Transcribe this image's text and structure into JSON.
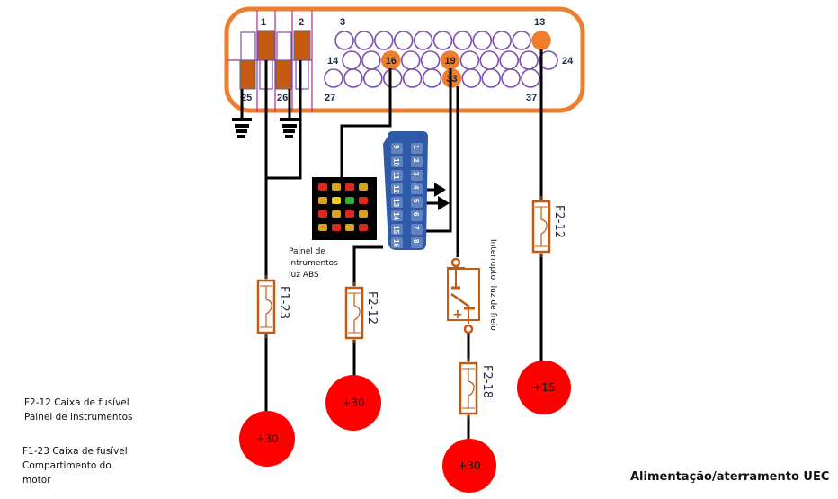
{
  "title": "Alimentação/aterramento UEC",
  "colors": {
    "connector_outline": "#ee7d2d",
    "pin_active": "#ee7d2d",
    "pin_inactive_stroke": "#7a4fa8",
    "separator": "#c2288e",
    "block_fill": "#c55a11",
    "wire": "#000000",
    "fuse": "#c55a11",
    "terminal": "#ff0000",
    "obd_body": "#2f5aa8"
  },
  "connector": {
    "labels": {
      "pin1": "1",
      "pin2": "2",
      "pin3": "3",
      "pin13": "13",
      "pin14": "14",
      "pin24": "24",
      "pin25": "25",
      "pin26": "26",
      "pin27": "27",
      "pin37": "37"
    },
    "active_pins": {
      "p16": "16",
      "p19": "19",
      "p33": "33",
      "p13": ""
    },
    "rows": [
      {
        "name": "row-3-13",
        "count": 11,
        "active_index": [
          10
        ]
      },
      {
        "name": "row-14-24",
        "count": 11,
        "active_index": [
          2,
          5
        ]
      },
      {
        "name": "row-27-37",
        "count": 11,
        "active_index": [
          6
        ]
      }
    ]
  },
  "obd": {
    "left_pins": [
      "9",
      "10",
      "11",
      "12",
      "13",
      "14",
      "15",
      "16"
    ],
    "right_pins": [
      "1",
      "2",
      "3",
      "4",
      "5",
      "6",
      "7",
      "8"
    ]
  },
  "instrument_panel": {
    "label_lines": [
      "Painel de",
      "intrumentos",
      "luz ABS"
    ]
  },
  "brake_switch": {
    "label": "Interruptor luz de freio",
    "plus": "+"
  },
  "fuses": [
    {
      "id": "f1-23",
      "label": "F1-23"
    },
    {
      "id": "f2-12-panel",
      "label": "F2-12"
    },
    {
      "id": "f2-18",
      "label": "F2-18"
    },
    {
      "id": "f2-12-ign",
      "label": "F2-12"
    }
  ],
  "terminals": [
    {
      "id": "t1",
      "label": "+30"
    },
    {
      "id": "t2",
      "label": "+30"
    },
    {
      "id": "t3",
      "label": "+30"
    },
    {
      "id": "t4",
      "label": "+15"
    }
  ],
  "notes": [
    {
      "lines": [
        "F2-12 Caixa de fusível",
        "Painel de instrumentos"
      ]
    },
    {
      "lines": [
        "F1-23 Caixa de fusível",
        "Compartimento do",
        "motor"
      ]
    }
  ]
}
